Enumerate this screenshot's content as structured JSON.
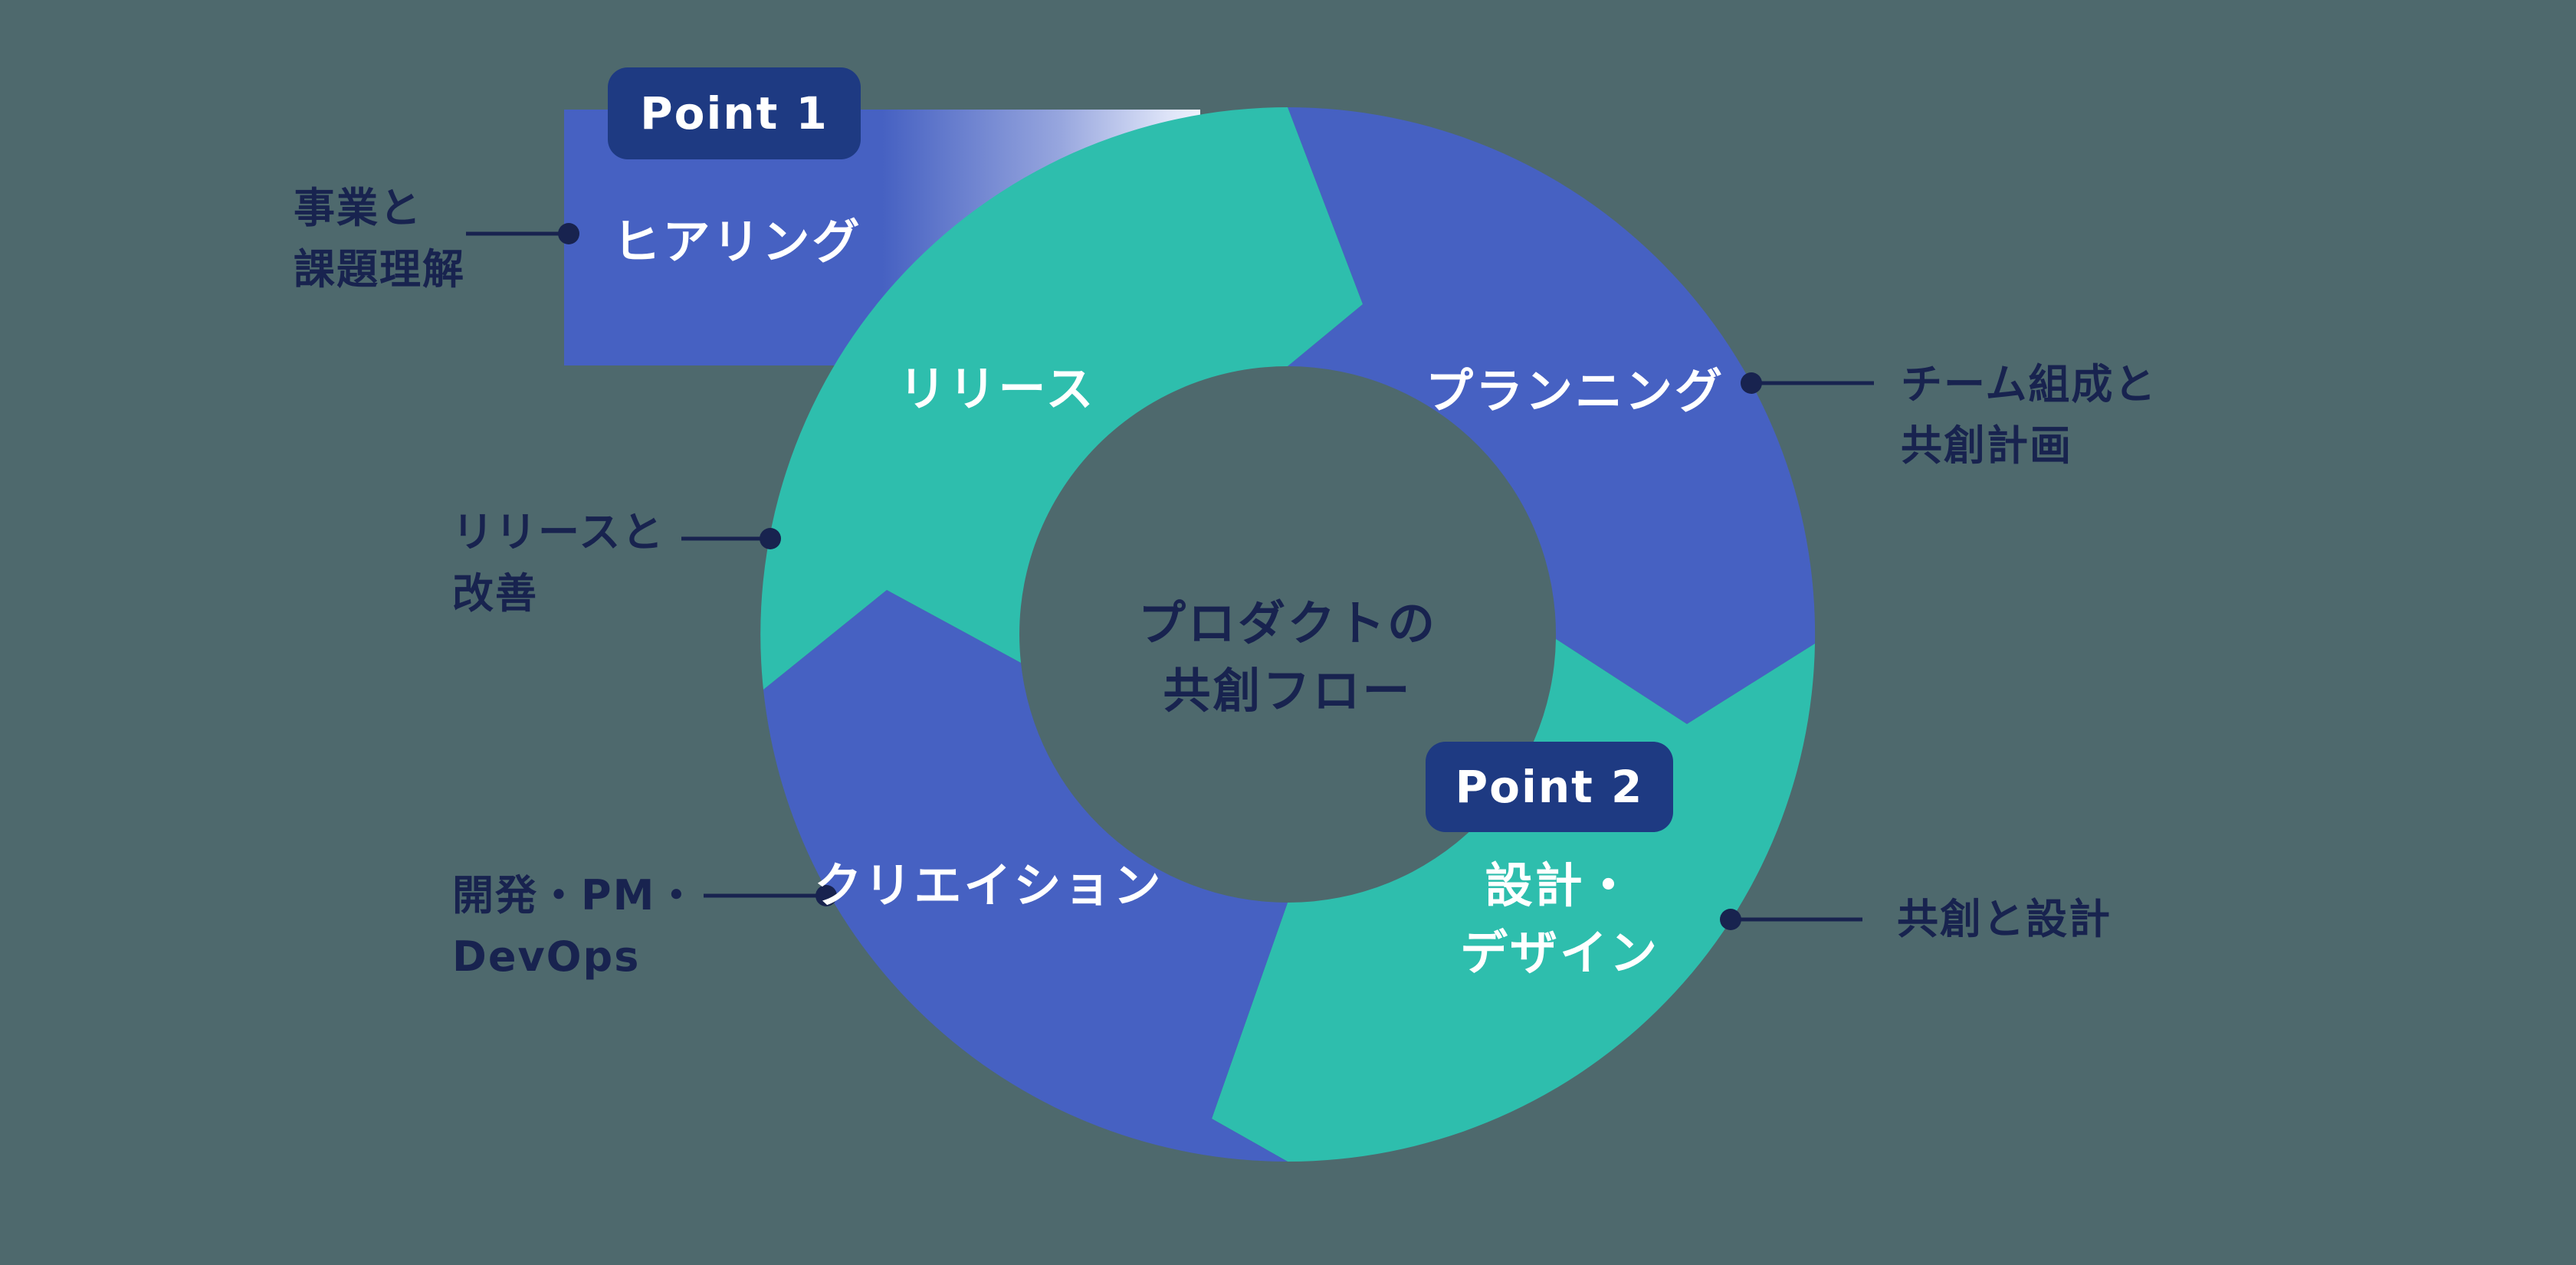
{
  "diagram": {
    "center": {
      "line1": "プロダクトの",
      "line2": "共創フロー"
    },
    "badges": {
      "point1": "Point 1",
      "point2": "Point 2"
    },
    "segments": {
      "hearing": "ヒアリング",
      "planning": "プランニング",
      "design": {
        "line1": "設計・",
        "line2": "デザイン"
      },
      "creation": "クリエイション",
      "release": "リリース"
    },
    "annotations": {
      "business": {
        "line1": "事業と",
        "line2": "課題理解"
      },
      "team": {
        "line1": "チーム組成と",
        "line2": "共創計画"
      },
      "cocreation": "共創と設計",
      "dev": {
        "line1": "開発・PM・",
        "line2": "DevOps"
      },
      "release_improve": {
        "line1": "リリースと",
        "line2": "改善"
      }
    },
    "flow_order": "ヒアリング → プランニング → 設計・デザイン → クリエイション → リリース",
    "colors": {
      "background": "#4e696d",
      "blue_segment": "#4661c2",
      "teal_segment": "#2ebead",
      "badge_navy": "#1e3a82",
      "dark_text": "#18234f",
      "white_text": "#ffffff"
    }
  }
}
